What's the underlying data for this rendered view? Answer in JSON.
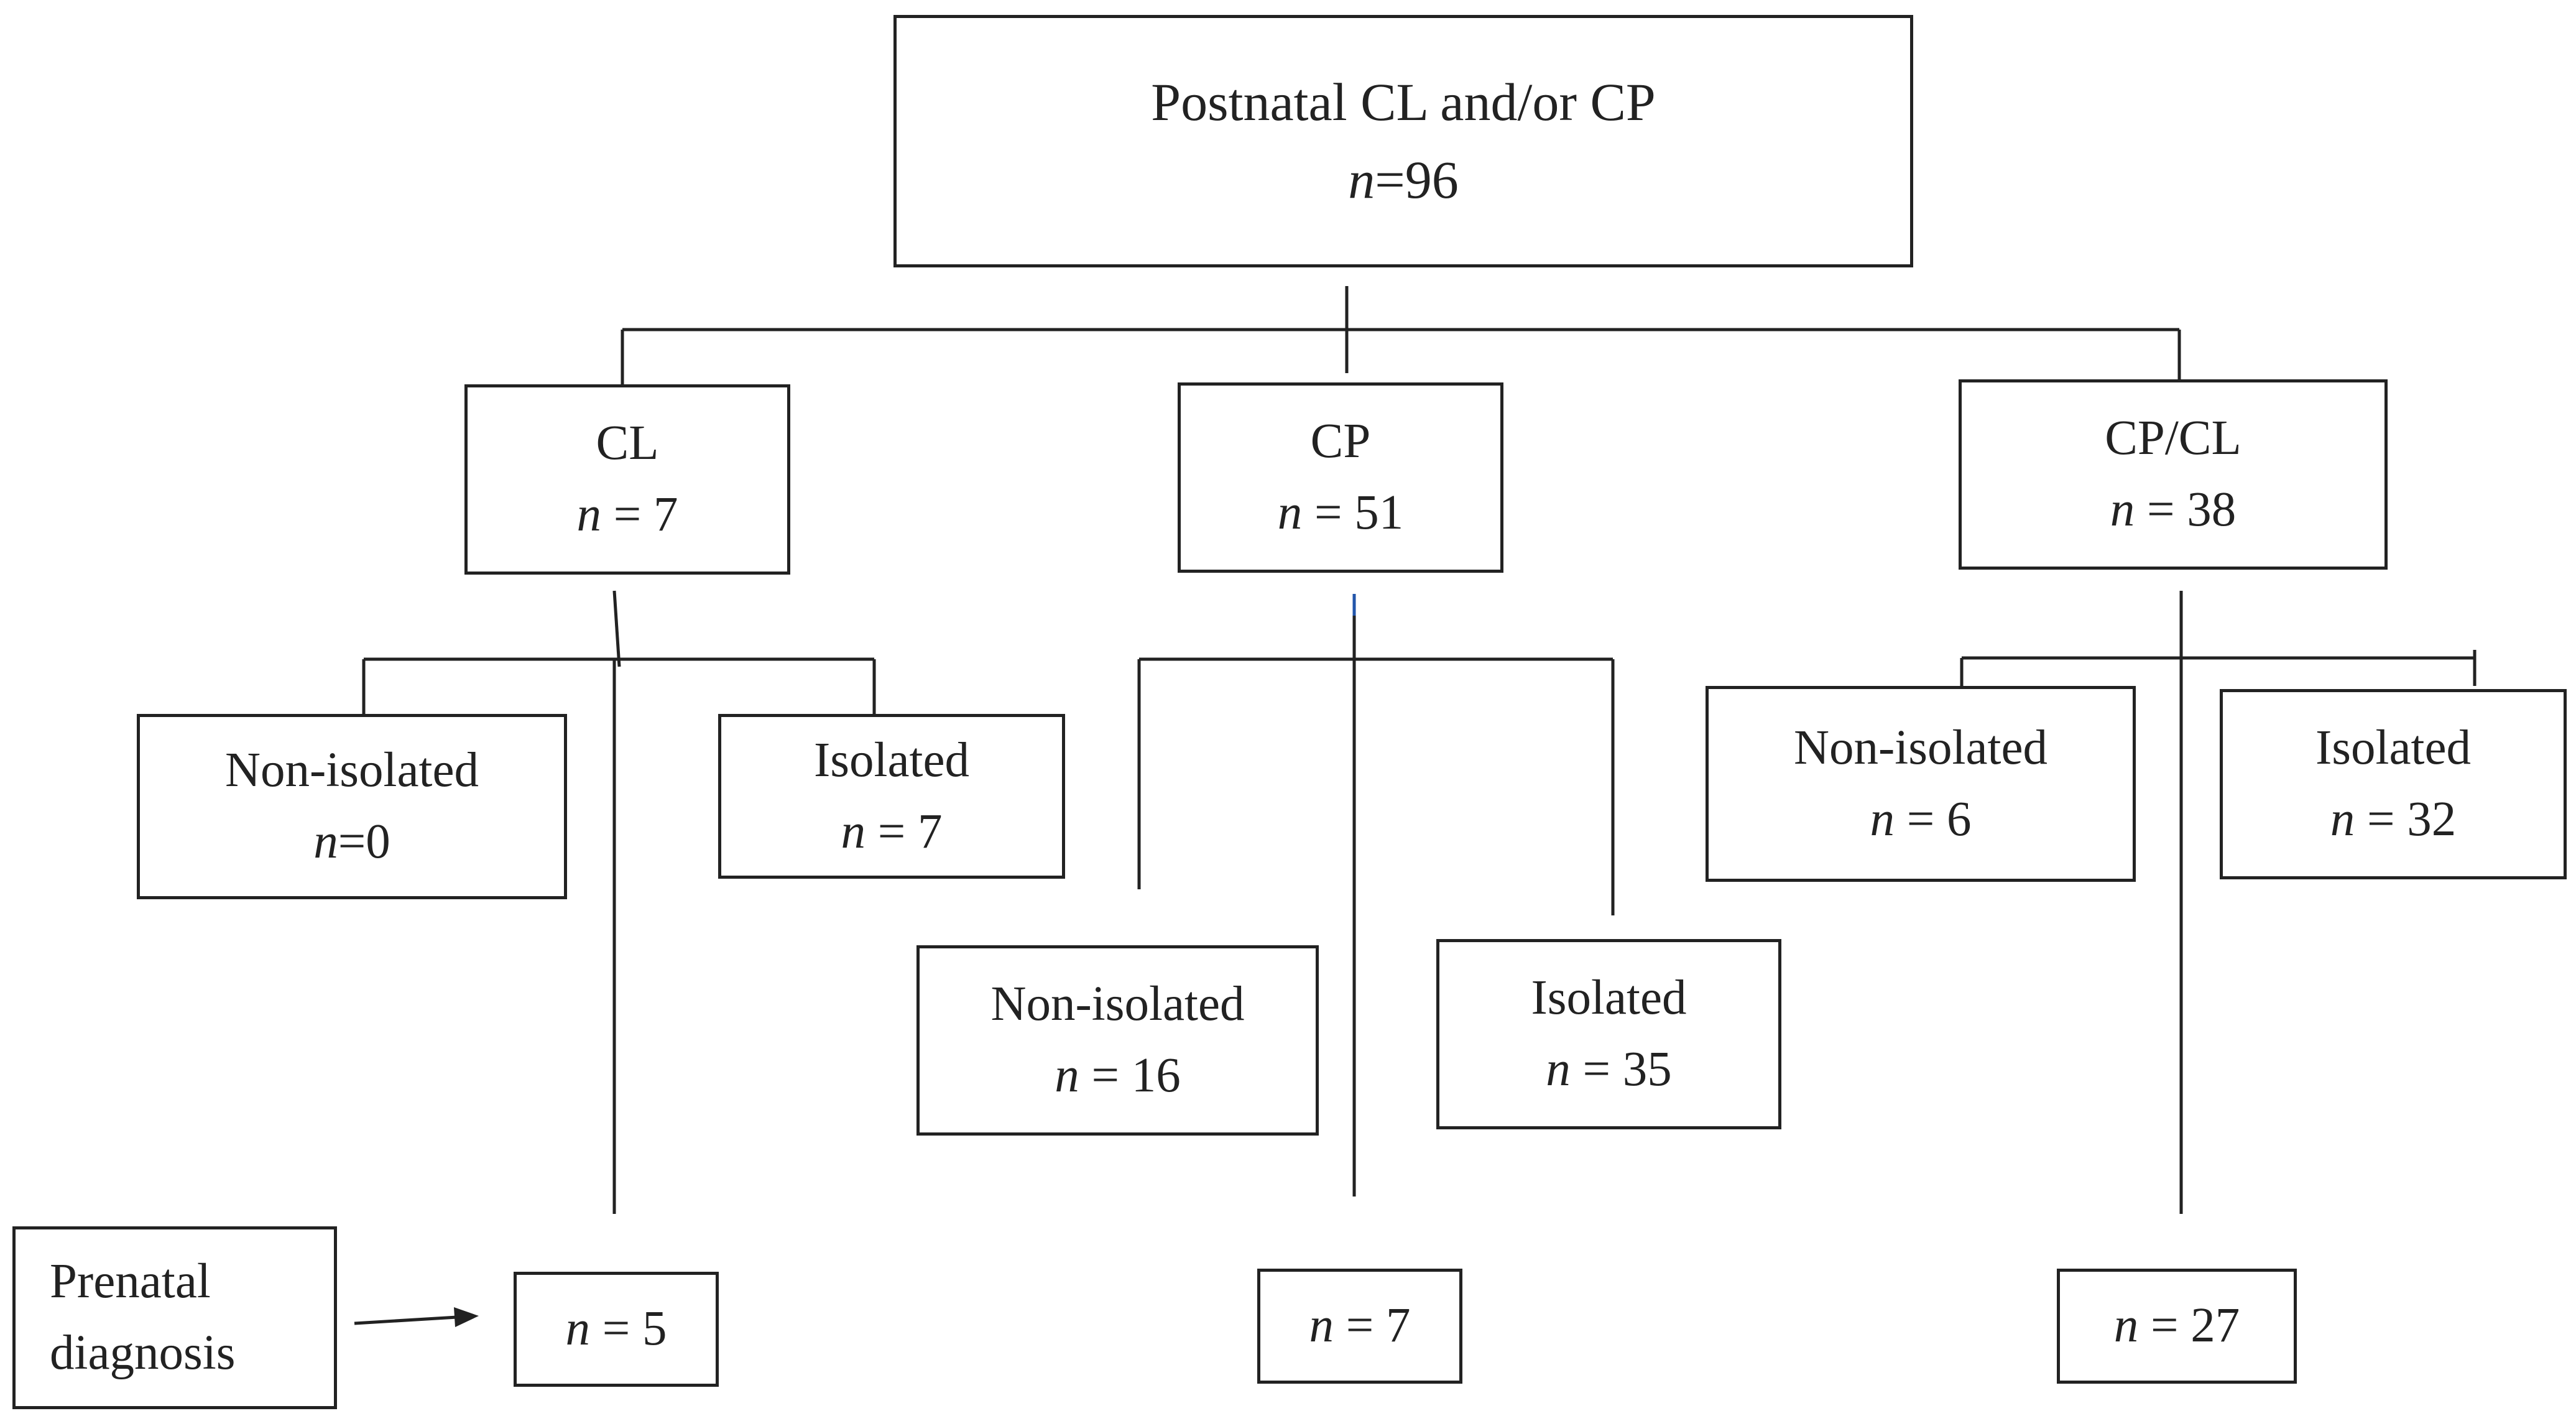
{
  "root": {
    "label": "Postnatal CL and/or CP",
    "count": "=96",
    "n": "n"
  },
  "cl": {
    "label": "CL",
    "n": "n",
    "count": " = 7"
  },
  "cp": {
    "label": "CP",
    "n": "n",
    "count": " = 51"
  },
  "cpcl": {
    "label": "CP/CL",
    "n": "n",
    "count": " = 38"
  },
  "cl_non": {
    "label": "Non-isolated",
    "n": "n",
    "count": "=0"
  },
  "cl_iso": {
    "label": "Isolated",
    "n": "n",
    "count": " = 7"
  },
  "cp_non": {
    "label": "Non-isolated",
    "n": "n",
    "count": " = 16"
  },
  "cp_iso": {
    "label": "Isolated",
    "n": "n",
    "count": " = 35"
  },
  "cpcl_non": {
    "label": "Non-isolated",
    "n": "n",
    "count": " = 6"
  },
  "cpcl_iso": {
    "label": "Isolated",
    "n": "n",
    "count": " = 32"
  },
  "prenatal": {
    "line1": "Prenatal",
    "line2": "diagnosis"
  },
  "pre_cl": {
    "n": "n",
    "count": " = 5"
  },
  "pre_cp": {
    "n": "n",
    "count": " = 7"
  },
  "pre_cpcl": {
    "n": "n",
    "count": " = 27"
  },
  "colors": {
    "line": "#222222",
    "accent_line": "#2255aa"
  }
}
